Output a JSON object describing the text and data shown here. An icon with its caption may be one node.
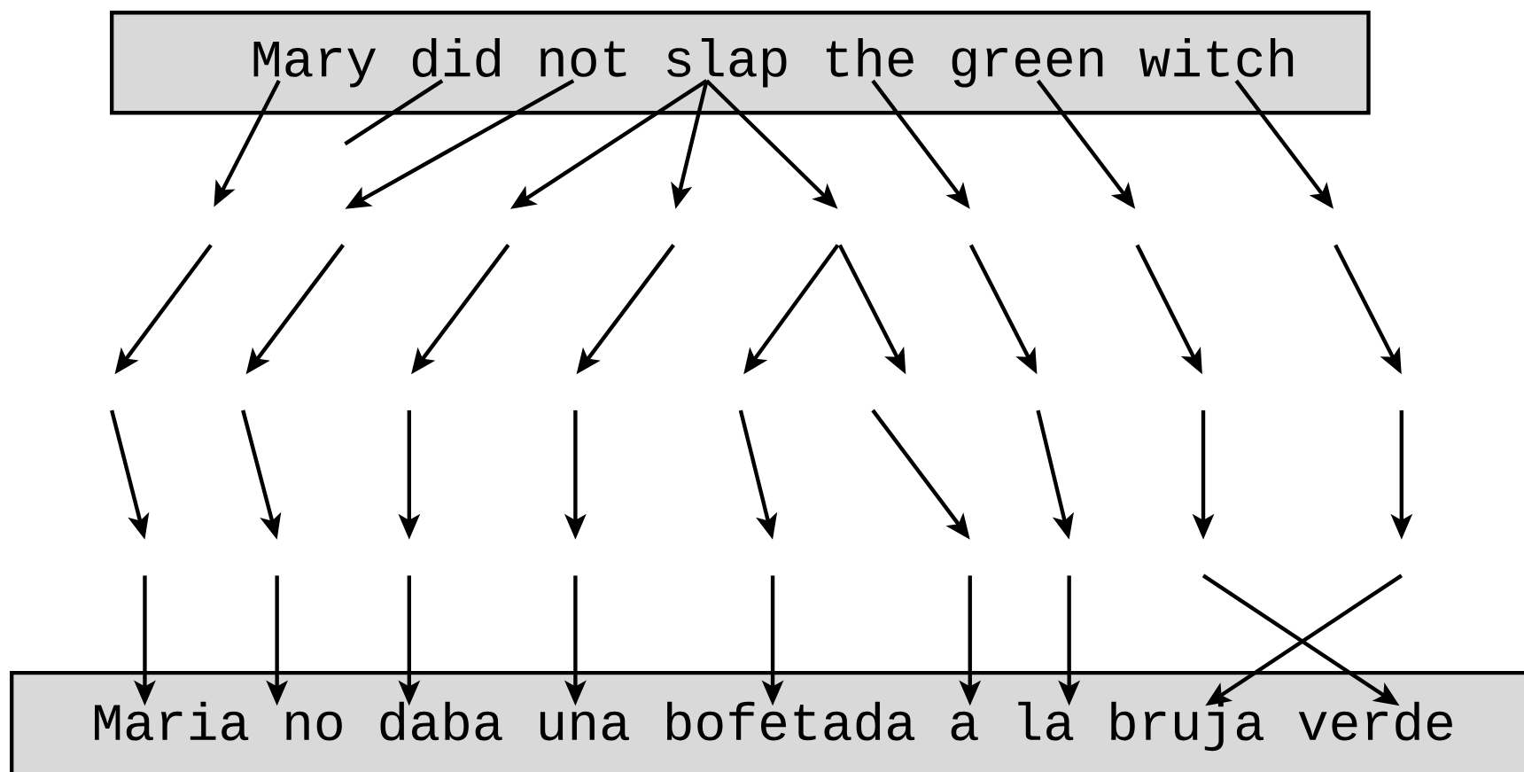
{
  "diagram": {
    "nodes": [
      {
        "text": [
          "Mary did not slap the green witch"
        ]
      },
      {
        "text": [
          "Maria no daba una bofetada a la bruja verde"
        ]
      }
    ],
    "edges": [
      {
        "from": 0,
        "to": null,
        "arrow": "to"
      },
      {
        "from": 0,
        "to": null,
        "arrow": "none"
      },
      {
        "from": 0,
        "to": null,
        "arrow": "to"
      },
      {
        "from": 0,
        "to": null,
        "arrow": "to"
      },
      {
        "from": 0,
        "to": null,
        "arrow": "to"
      },
      {
        "from": 0,
        "to": null,
        "arrow": "to"
      },
      {
        "from": 0,
        "to": null,
        "arrow": "to"
      },
      {
        "from": 0,
        "to": null,
        "arrow": "to"
      },
      {
        "from": 0,
        "to": null,
        "arrow": "to"
      },
      {
        "from": null,
        "to": 1,
        "arrow": "to"
      },
      {
        "from": null,
        "to": 1,
        "arrow": "to"
      },
      {
        "from": null,
        "to": 1,
        "arrow": "to"
      },
      {
        "from": null,
        "to": 1,
        "arrow": "to"
      },
      {
        "from": null,
        "to": 1,
        "arrow": "to"
      },
      {
        "from": null,
        "to": 1,
        "arrow": "to"
      },
      {
        "from": null,
        "to": 1,
        "arrow": "to"
      },
      {
        "from": null,
        "to": 1,
        "arrow": "to"
      },
      {
        "from": null,
        "to": 1,
        "arrow": "to"
      }
    ]
  }
}
